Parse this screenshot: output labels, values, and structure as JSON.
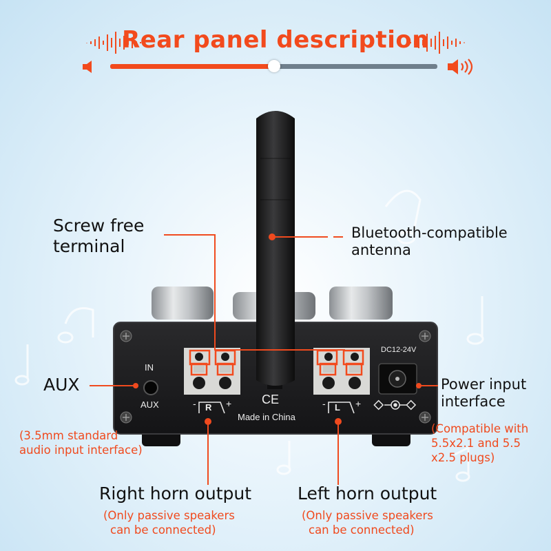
{
  "title": "Rear panel description",
  "volume": {
    "level": 0.5
  },
  "labels": {
    "screw_free_terminal": [
      "Screw free",
      "terminal"
    ],
    "bluetooth_antenna": [
      "Bluetooth-compatible",
      "antenna"
    ],
    "aux": "AUX",
    "aux_note": [
      "(3.5mm standard",
      "audio input interface)"
    ],
    "power_input": [
      "Power input",
      "interface"
    ],
    "power_note": [
      "(Compatible with",
      "5.5x2.1 and 5.5",
      "x2.5 plugs)"
    ],
    "right_output": "Right horn output",
    "right_note": [
      "(Only passive speakers",
      "can be connected)"
    ],
    "left_output": "Left horn output",
    "left_note": [
      "(Only passive speakers",
      "can be connected)"
    ]
  },
  "device": {
    "in_label": "IN",
    "aux_label": "AUX",
    "ce_mark": "CE",
    "made_in": "Made in China",
    "dc_label": "DC12-24V",
    "right_channel": "R",
    "left_channel": "L",
    "minus": "-",
    "plus": "+"
  },
  "colors": {
    "accent": "#f24a1d",
    "panel": "#1c1c1e",
    "background": "#d6ebf7"
  }
}
